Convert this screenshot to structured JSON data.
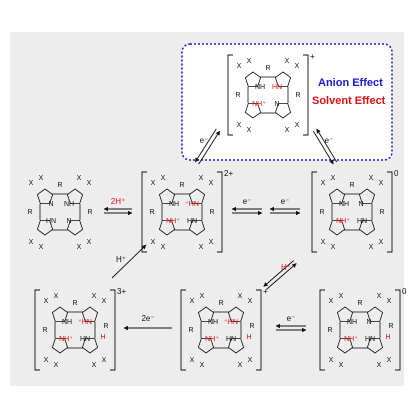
{
  "effects": {
    "anion": "Anion Effect",
    "solvent": "Solvent Effect"
  },
  "species": [
    {
      "id": "neutral",
      "charge": ""
    },
    {
      "id": "dication",
      "charge": "2+"
    },
    {
      "id": "phlorin",
      "charge": "0"
    },
    {
      "id": "boxed",
      "charge": "+"
    },
    {
      "id": "trication",
      "charge": "3+"
    },
    {
      "id": "phlorin-cation",
      "charge": "+"
    },
    {
      "id": "phlorin-neutral",
      "charge": "0"
    }
  ],
  "atoms": {
    "x": "X",
    "r": "R",
    "n": "N",
    "nh": "NH",
    "hn": "HN",
    "nh_plus": "NH⁺",
    "hn_plus": "⁺HN",
    "h": "H"
  },
  "arrows": {
    "protonation_2h": "2H⁺",
    "electron": "e⁻",
    "h_plus": "H⁺",
    "two_electron": "2e⁻"
  },
  "colors": {
    "box_border": "#1a1ad8",
    "anion": "#1a1ad8",
    "solvent": "#e01010",
    "highlight": "#e01010",
    "panel_bg": "#ededed"
  }
}
